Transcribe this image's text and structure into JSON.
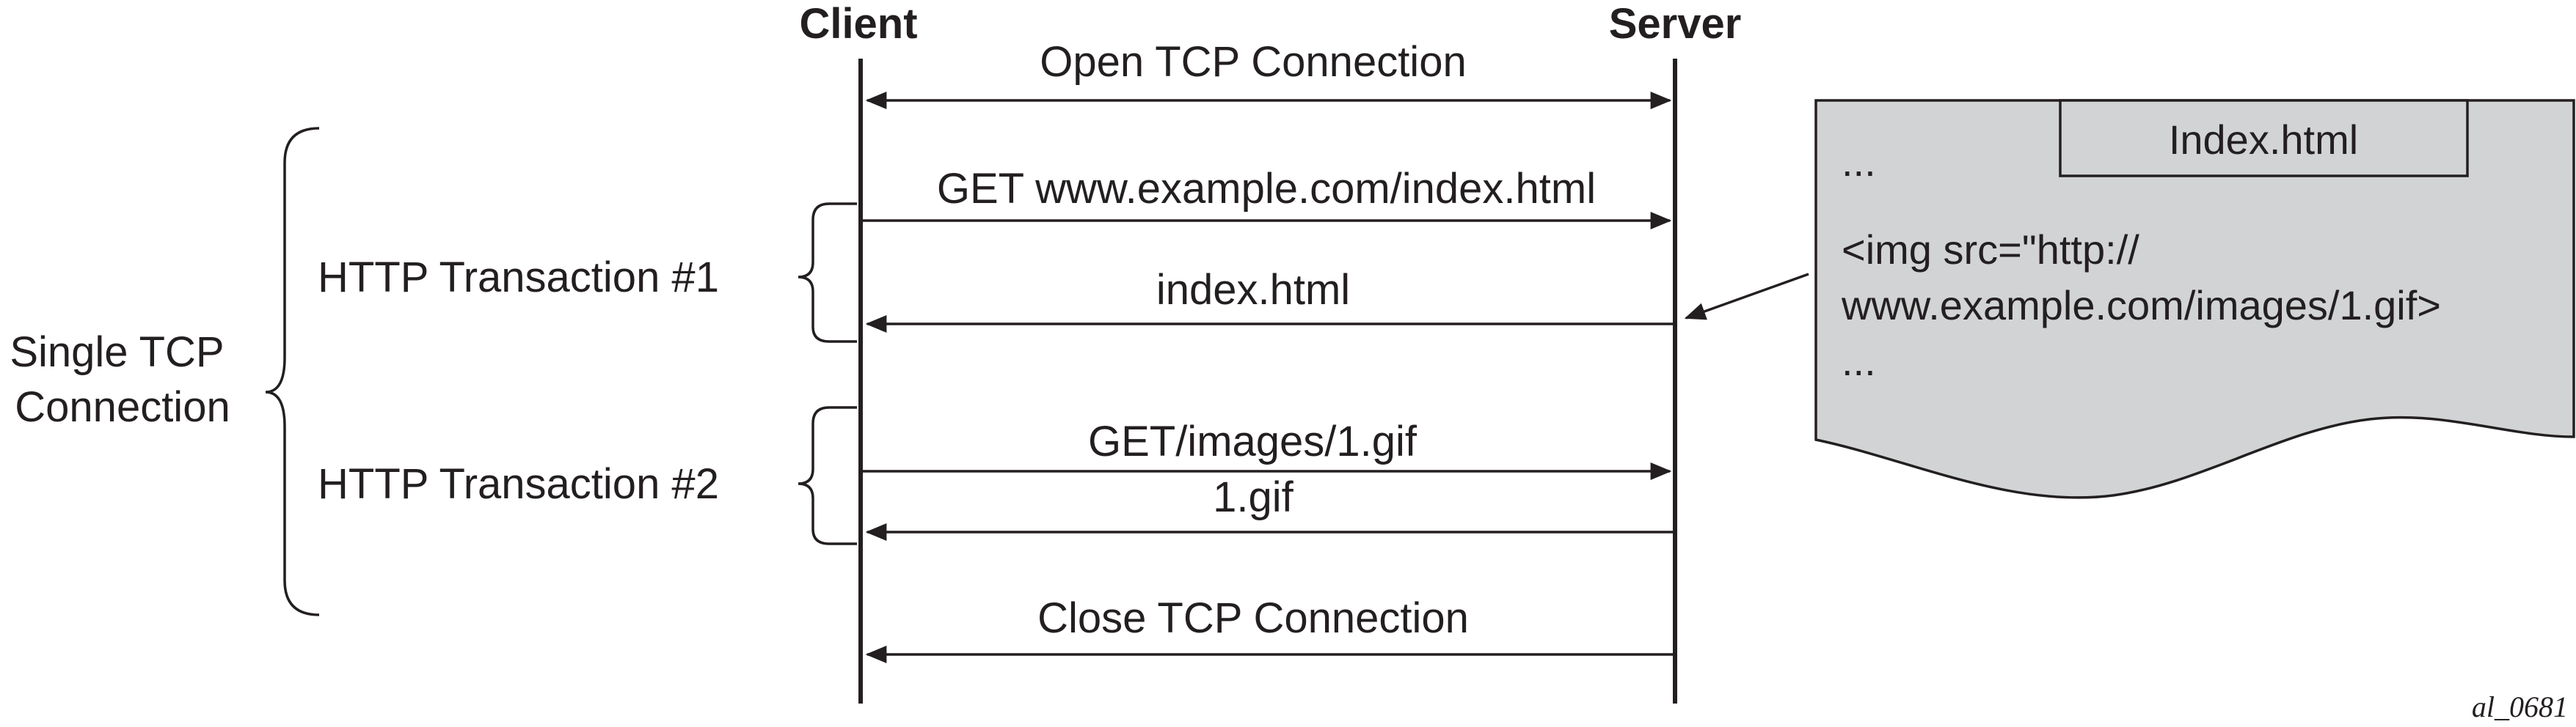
{
  "participants": {
    "client": "Client",
    "server": "Server"
  },
  "messages": [
    {
      "label": "Open TCP Connection",
      "direction": "both"
    },
    {
      "label": "GET www.example.com/index.html",
      "direction": "to-server"
    },
    {
      "label": "index.html",
      "direction": "to-client"
    },
    {
      "label": "GET/images/1.gif",
      "direction": "to-server"
    },
    {
      "label": "1.gif",
      "direction": "to-client"
    },
    {
      "label": "Close TCP Connection",
      "direction": "to-client"
    }
  ],
  "groups": {
    "outer": [
      "Single TCP",
      "Connection"
    ],
    "transaction1": "HTTP Transaction #1",
    "transaction2": "HTTP Transaction #2"
  },
  "document": {
    "title": "Index.html",
    "lines": [
      "...",
      "<img src=\"http://",
      "www.example.com/images/1.gif>",
      "..."
    ]
  },
  "figure_id": "al_0681",
  "colors": {
    "ink": "#231f20",
    "document_fill": "#d1d3d4"
  }
}
